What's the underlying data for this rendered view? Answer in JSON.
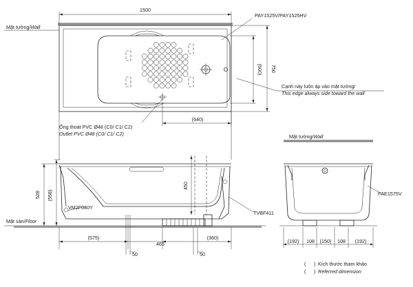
{
  "top_view": {
    "dim_width": "1500",
    "dim_600": "(600)",
    "dim_750": "750",
    "dim_640": "(640)",
    "model_label": "PAY1525V/PAY1525HV",
    "wall_label": "Mặt tường/",
    "wall_label_en": "Wall",
    "edge_note_vi": "Cạnh này luôn áp vào mặt tường/",
    "edge_note_en": "This edge always side toward the wall",
    "outlet_vi": "Ống thoát PVC Ø48 (C0/ C1/ C2)",
    "outlet_en": "Outlet PVC Ø48 (C0/ C1/ C2)"
  },
  "side_view": {
    "dim_528": "528",
    "dim_558": "(558)",
    "dim_450": "450",
    "dim_575": "(575)",
    "dim_465": "465",
    "dim_360": "(360)",
    "dim_50a": "50",
    "dim_50b": "50",
    "part_left": "VM2F040Y",
    "part_right": "TVBF411",
    "floor_label": "Mặt sàn/",
    "floor_label_en": "Floor"
  },
  "end_view": {
    "wall_label": "Mặt tường/",
    "wall_label_en": "Wall",
    "part": "PAE1575V",
    "dims": [
      "(192)",
      "108",
      "(150)",
      "108",
      "(192)"
    ]
  },
  "legend": {
    "paren_open": "(",
    "paren_close": ")",
    "ref_vi": "Kích thước tham khảo",
    "ref_en": "Referred dimension"
  }
}
